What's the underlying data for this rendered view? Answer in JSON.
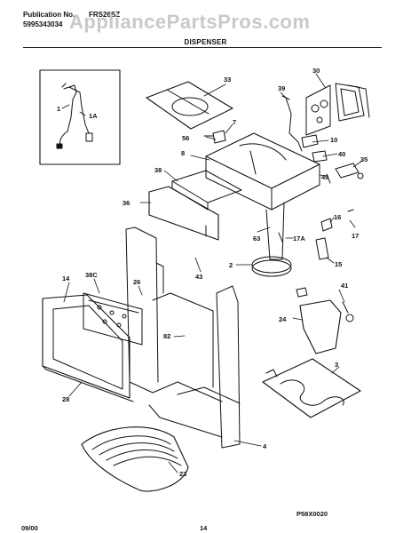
{
  "header": {
    "publication_label": "Publication No.",
    "publication_number": "5995343034",
    "model": "FRS26SZ",
    "watermark": "AppliancePartsPros.com",
    "section_title": "DISPENSER"
  },
  "footer": {
    "date": "09/00",
    "page": "14",
    "diagram_code": "P58X0020"
  },
  "parts": {
    "p33": "33",
    "p39": "39",
    "p30": "30",
    "p7": "7",
    "p56": "56",
    "p10": "10",
    "p8": "8",
    "p40": "40",
    "p35": "35",
    "p49": "49",
    "p38": "38",
    "p36": "36",
    "p16": "16",
    "p17": "17",
    "p17a": "17A",
    "p63": "63",
    "p2": "2",
    "p15": "15",
    "p43": "43",
    "p14": "14",
    "p38c": "38C",
    "p26": "26",
    "p41": "41",
    "p24": "24",
    "p82": "82",
    "p3": "3",
    "p28": "28",
    "p4": "4",
    "p23": "23",
    "p1": "1",
    "p1a": "1A"
  }
}
